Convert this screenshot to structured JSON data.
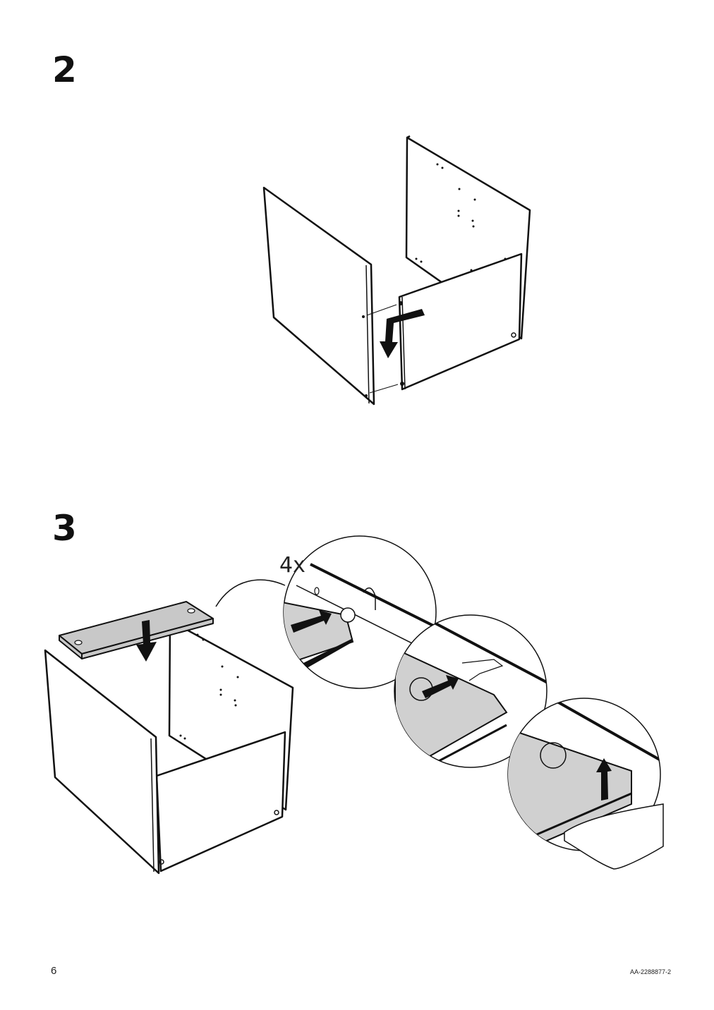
{
  "steps": [
    {
      "number": "2"
    },
    {
      "number": "3",
      "quantity": "4x"
    }
  ],
  "footer": {
    "page_number": "6",
    "document_code": "AA-2288877-2"
  }
}
